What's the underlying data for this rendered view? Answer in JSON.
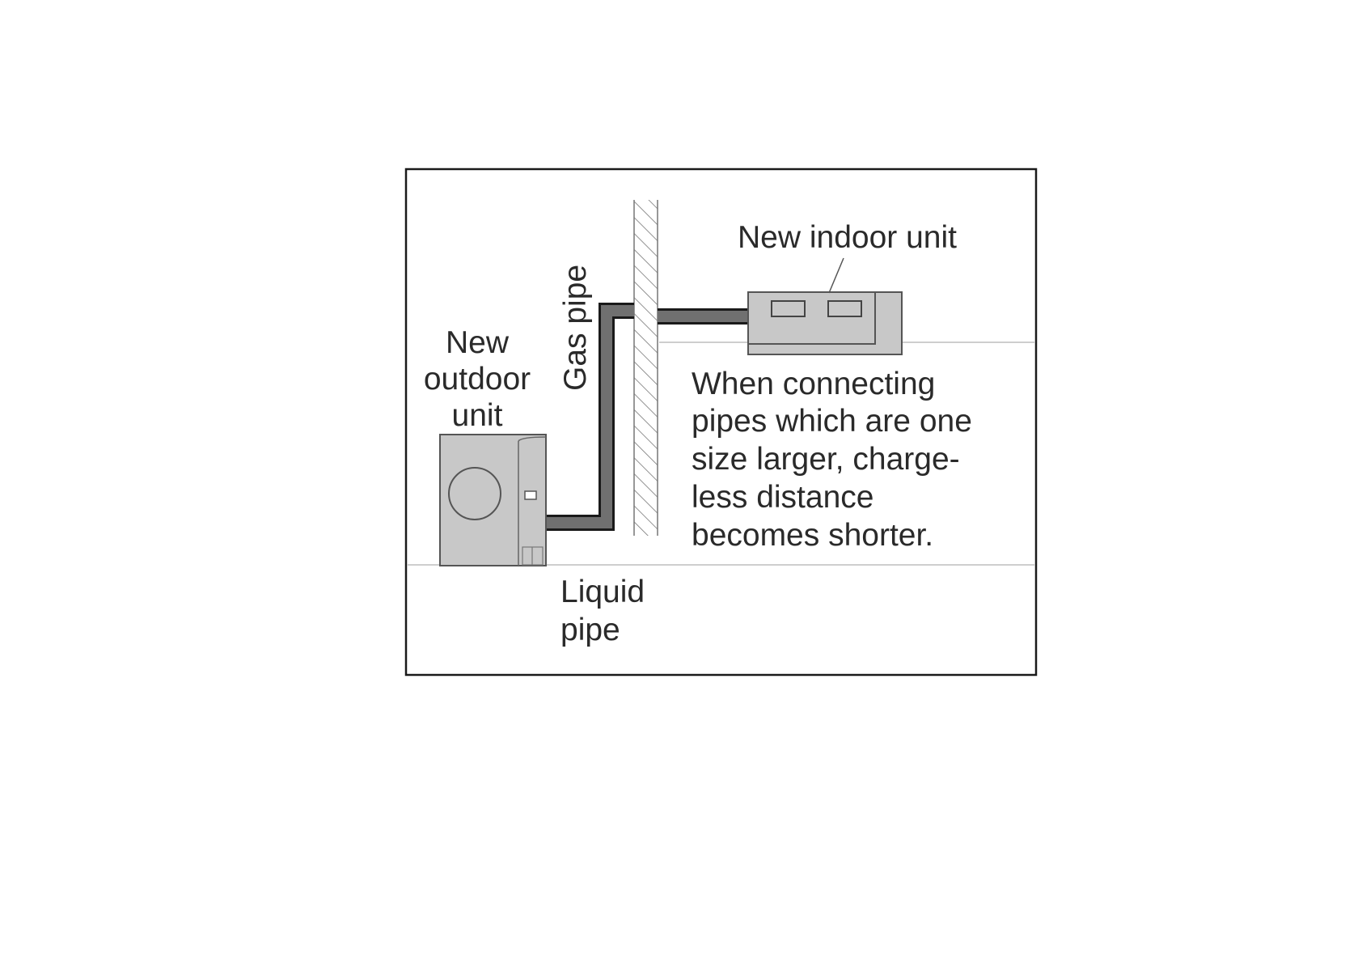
{
  "labels": {
    "new_indoor_unit": "New indoor unit",
    "new_outdoor_unit": [
      "New",
      "outdoor",
      "unit"
    ],
    "gas_pipe": "Gas pipe",
    "liquid_pipe": [
      "Liquid",
      "pipe"
    ],
    "note": [
      "When connecting",
      "pipes which are one",
      "size larger, charge-",
      "less distance",
      "becomes shorter."
    ]
  },
  "colors": {
    "frame": "#1a1a1a",
    "pipe": "#707070",
    "unit_fill": "#c8c8c8",
    "unit_stroke": "#555555",
    "wall_hatch": "#777777",
    "text": "#2a2a2a"
  }
}
